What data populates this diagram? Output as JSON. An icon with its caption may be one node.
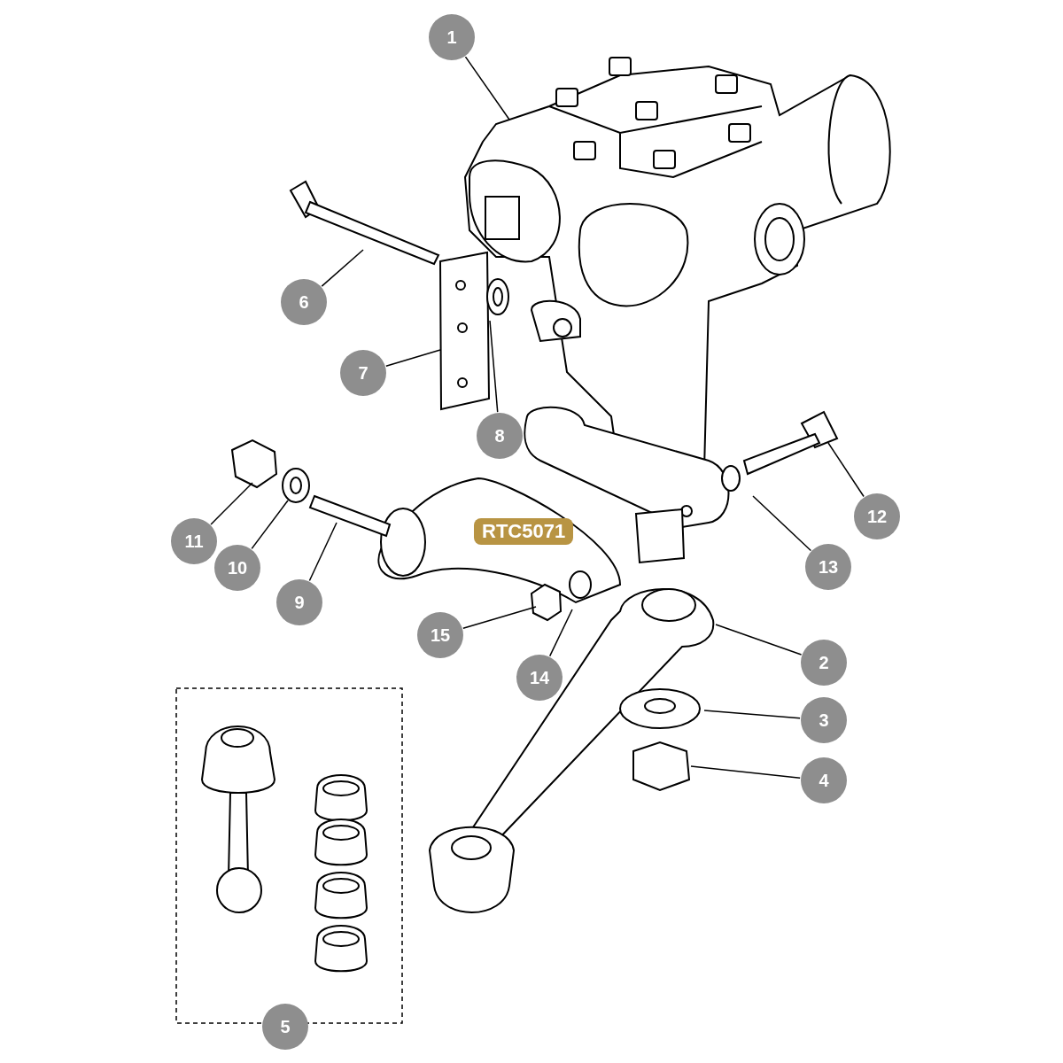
{
  "diagram": {
    "nodes": [
      {
        "text": [
          "1"
        ]
      },
      {
        "text": [
          "6"
        ]
      },
      {
        "text": [
          "7"
        ]
      },
      {
        "text": [
          "8"
        ]
      },
      {
        "text": [
          "12"
        ]
      },
      {
        "text": [
          "11"
        ]
      },
      {
        "text": [
          "13"
        ]
      },
      {
        "text": [
          "10"
        ]
      },
      {
        "text": [
          "9"
        ]
      },
      {
        "text": [
          "15"
        ]
      },
      {
        "text": [
          "2"
        ]
      },
      {
        "text": [
          "14"
        ]
      },
      {
        "text": [
          "3"
        ]
      },
      {
        "text": [
          "4"
        ]
      },
      {
        "text": [
          "5"
        ]
      }
    ],
    "edges": [
      {
        "from": 0,
        "to": null,
        "arrow": "none"
      },
      {
        "from": 1,
        "to": null,
        "arrow": "none"
      },
      {
        "from": 2,
        "to": null,
        "arrow": "none"
      },
      {
        "from": 3,
        "to": null,
        "arrow": "none"
      },
      {
        "from": 4,
        "to": null,
        "arrow": "none"
      },
      {
        "from": 5,
        "to": null,
        "arrow": "none"
      },
      {
        "from": 6,
        "to": null,
        "arrow": "none"
      },
      {
        "from": 7,
        "to": null,
        "arrow": "none"
      },
      {
        "from": 8,
        "to": null,
        "arrow": "none"
      },
      {
        "from": 9,
        "to": null,
        "arrow": "none"
      },
      {
        "from": 10,
        "to": null,
        "arrow": "none"
      },
      {
        "from": 11,
        "to": null,
        "arrow": "none"
      },
      {
        "from": 12,
        "to": null,
        "arrow": "none"
      },
      {
        "from": 13,
        "to": null,
        "arrow": "none"
      }
    ],
    "labels": [
      "RTC5071"
    ]
  }
}
